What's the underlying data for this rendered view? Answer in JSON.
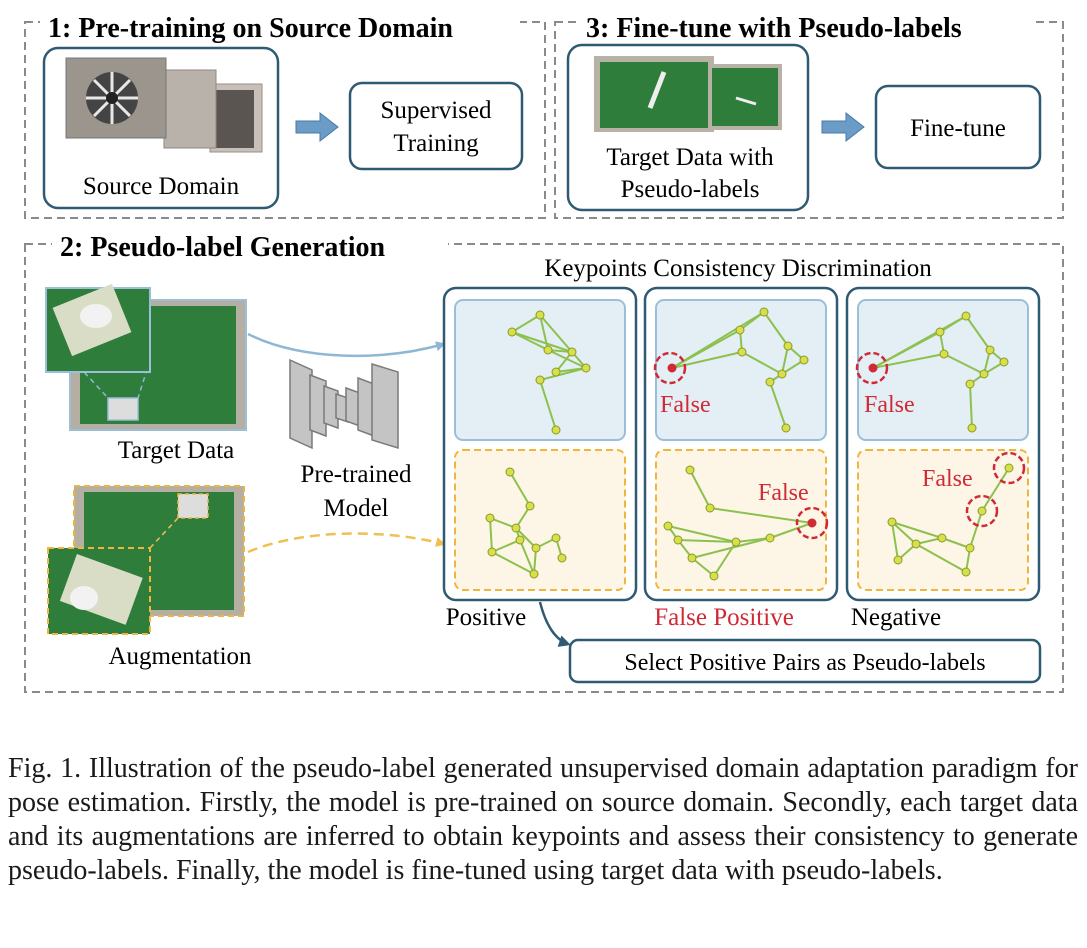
{
  "panels": {
    "pretrain": {
      "title": "1: Pre-training on Source Domain",
      "source_label": "Source Domain",
      "box_line1": "Supervised",
      "box_line2": "Training"
    },
    "finetune": {
      "title": "3: Fine-tune with Pseudo-labels",
      "target_line1": "Target Data with",
      "target_line2": "Pseudo-labels",
      "box_label": "Fine-tune"
    },
    "generation": {
      "title": "2: Pseudo-label Generation",
      "target_data_label": "Target Data",
      "augmentation_label": "Augmentation",
      "model_line1": "Pre-trained",
      "model_line2": "Model",
      "kcd_title": "Keypoints Consistency Discrimination",
      "false_label": "False",
      "positive_label": "Positive",
      "false_positive_label": "False Positive",
      "negative_label": "Negative",
      "select_label": "Select Positive Pairs as Pseudo-labels"
    }
  },
  "caption": "Fig. 1.  Illustration of the pseudo-label generated unsupervised domain adaptation paradigm for pose estimation. Firstly, the model is pre-trained on source domain. Secondly, each target data and its augmentations are inferred to obtain keypoints and assess their consistency to generate pseudo-labels. Finally, the model is fine-tuned using target data with pseudo-labels.",
  "colors": {
    "box_border": "#2f5a73",
    "arrow_fill": "#6b9cc7",
    "blue_bg": "#e4eef5",
    "blue_border": "#9bbfd8",
    "yellow_bg": "#fdf6e6",
    "yellow_border": "#f0b63c",
    "skeleton": "#8cc14d",
    "keypoint": "#d7e04a",
    "false_red": "#cf2a36",
    "grass": "#2f7d3a"
  }
}
